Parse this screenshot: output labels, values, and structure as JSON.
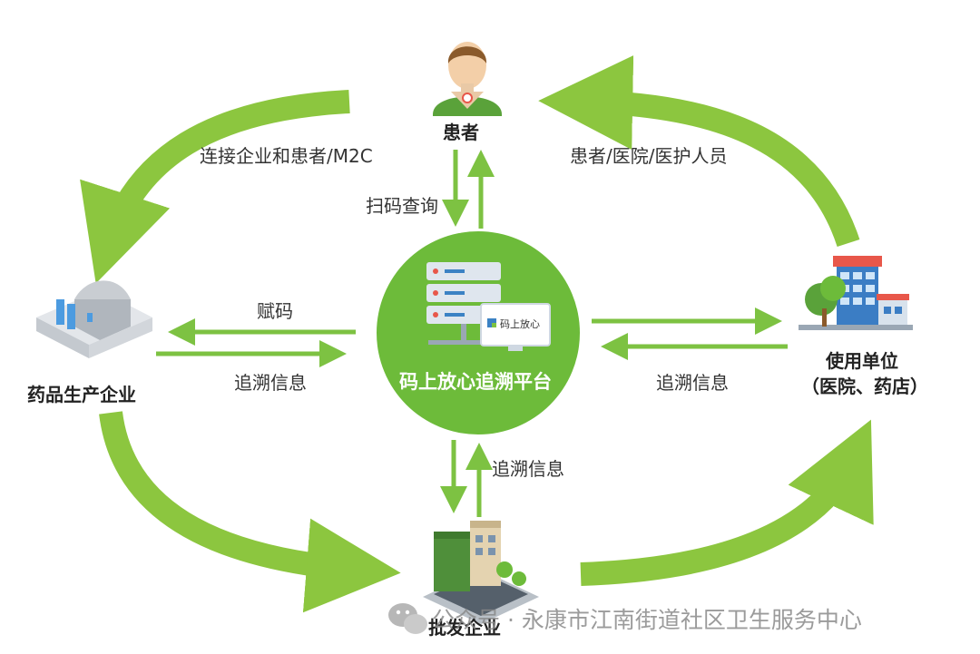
{
  "nodes": {
    "patient": "患者",
    "manufacturer": "药品生产企业",
    "wholesaler": "批发企业",
    "user_unit_line1": "使用单位",
    "user_unit_line2": "（医院、药店）",
    "platform": "码上放心追溯平台",
    "platform_screen": "码上放心"
  },
  "edges": {
    "m2c": "连接企业和患者/M2C",
    "patient_hospital": "患者/医院/医护人员",
    "scan_query": "扫码查询",
    "assign_code": "赋码",
    "trace_left": "追溯信息",
    "trace_right": "追溯信息",
    "trace_bottom": "追溯信息"
  },
  "watermark": "公众号 · 永康市江南街道社区卫生服务中心",
  "colors": {
    "accent_green": "#7dc242",
    "arrow_green": "#8cc63f",
    "circle_green": "#6dbb3a"
  },
  "icons": [
    "patient-avatar-icon",
    "factory-icon",
    "hospital-icon",
    "wholesale-building-icon",
    "server-icon",
    "monitor-icon",
    "wechat-icon"
  ]
}
